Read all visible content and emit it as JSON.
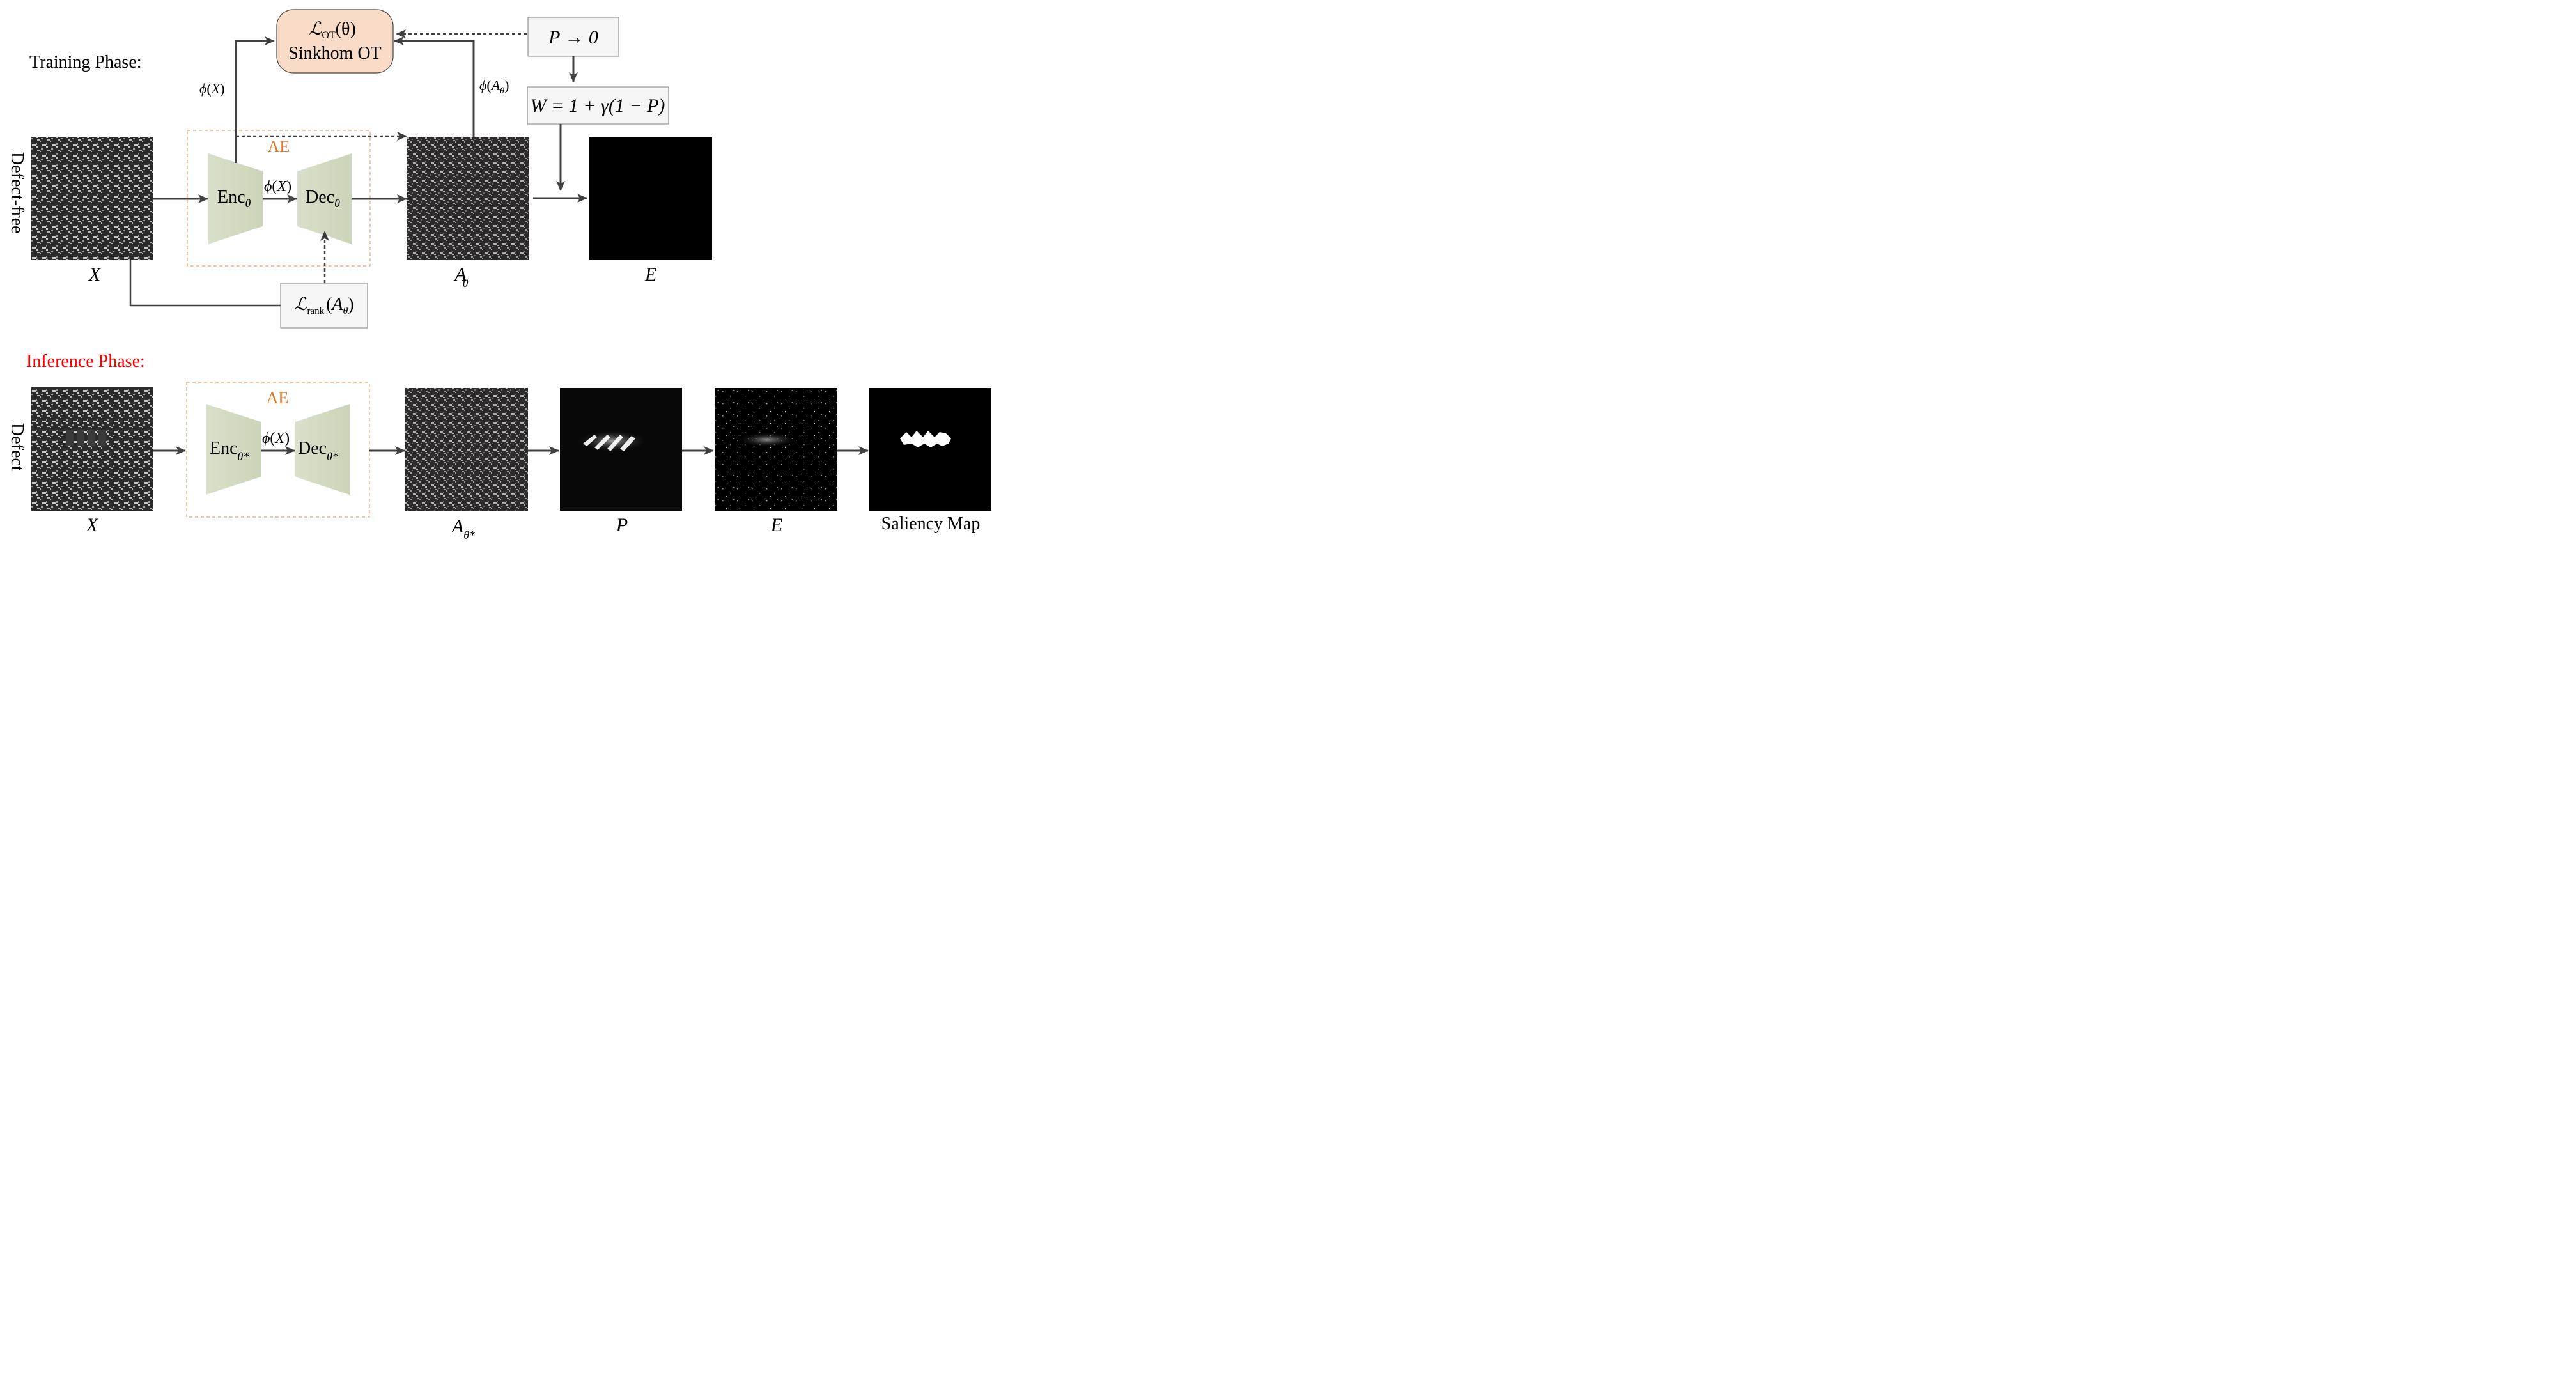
{
  "colors": {
    "arrow": "#404040",
    "ae_border": "#e9a56e",
    "ae_label": "#d9752c",
    "trapezoid": "#d6dec6",
    "loss_box_fill": "#f8dcc8",
    "inference_label": "#ff0000",
    "text": "#000000"
  },
  "training": {
    "phase_label": "Training Phase:",
    "row_label": "Defect-free",
    "ae_label": "AE",
    "encoder": {
      "text": "Enc",
      "sub": "θ"
    },
    "decoder": {
      "text": "Dec",
      "sub": "θ"
    },
    "latent_label": {
      "fn": "ϕ",
      "arg": "X"
    },
    "phi_x_label": {
      "fn": "ϕ",
      "arg": "X"
    },
    "phi_a_label": {
      "fn": "ϕ",
      "arg": "A",
      "sub": "θ"
    },
    "ot_box": {
      "line1_main": "ℒ",
      "line1_sub": "OT",
      "line1_arg": "(θ)",
      "line2": "Sinkhom OT"
    },
    "p_box": "P → 0",
    "w_box": "W = 1 + γ(1 − P)",
    "rank_box": {
      "main": "ℒ",
      "sub": "rank",
      "arg_open": "(",
      "arg": "A",
      "arg_sub": "θ",
      "arg_close": ")"
    },
    "captions": {
      "x": "X",
      "a": "A",
      "a_sub": "θ",
      "e": "E"
    }
  },
  "inference": {
    "phase_label": "Inference Phase:",
    "row_label": "Defect",
    "ae_label": "AE",
    "encoder": {
      "text": "Enc",
      "sub": "θ*"
    },
    "decoder": {
      "text": "Dec",
      "sub": "θ*"
    },
    "latent_label": {
      "fn": "ϕ",
      "arg": "X"
    },
    "captions": {
      "x": "X",
      "a": "A",
      "a_sub": "θ*",
      "p": "P",
      "e": "E",
      "saliency": "Saliency Map"
    }
  },
  "icons": {
    "fabric_texture": "houndstooth-pattern",
    "defect_texture": "houndstooth-with-defect",
    "error_map": "black-image",
    "probability_map": "dark-image-with-bright-streak",
    "saliency_map": "black-image-with-white-blob"
  }
}
